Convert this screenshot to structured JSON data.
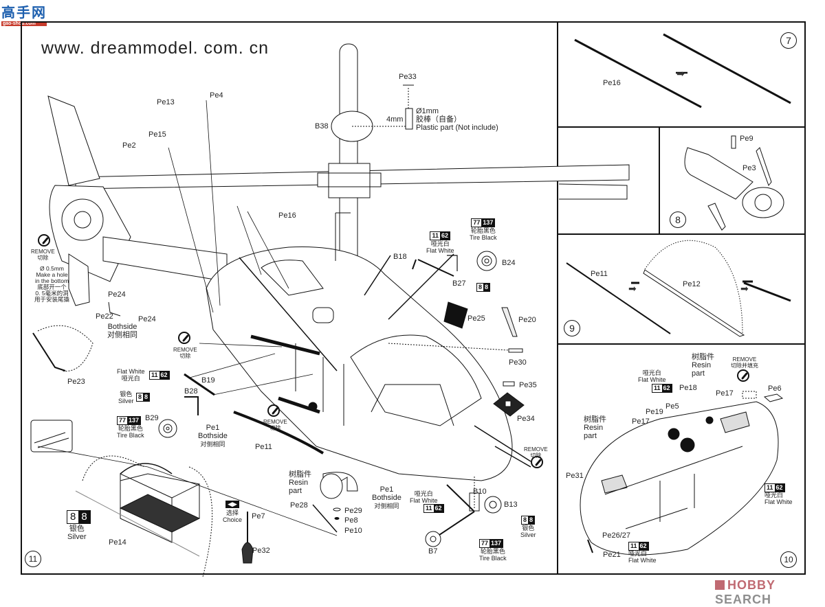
{
  "header": {
    "logo_cn": "高手网",
    "logo_en": "gao-shou.com",
    "url": "www. dreammodel. com. cn"
  },
  "watermark": {
    "brand_a": "HOBBY",
    "brand_b": "SEARCH"
  },
  "colors": {
    "line": "#111111",
    "paper": "#ffffff",
    "watermark": "#c06a72"
  },
  "main_step": {
    "number": "11",
    "parts": {
      "pe13": "Pe13",
      "pe4": "Pe4",
      "pe15": "Pe15",
      "pe2": "Pe2",
      "pe33": "Pe33",
      "b38": "B38",
      "pe16": "Pe16",
      "b18": "B18",
      "b24": "B24",
      "b27": "B27",
      "pe25": "Pe25",
      "pe20": "Pe20",
      "pe30": "Pe30",
      "pe35": "Pe35",
      "pe34": "Pe34",
      "pe24a": "Pe24",
      "pe24b": "Pe24",
      "pe22": "Pe22",
      "pe23": "Pe23",
      "b19": "B19",
      "b28": "B28",
      "b29": "B29",
      "pe1a": "Pe1",
      "pe1b": "Pe1",
      "pe11": "Pe11",
      "pe28": "Pe28",
      "pe29": "Pe29",
      "pe8": "Pe8",
      "pe10": "Pe10",
      "b10": "B10",
      "b13": "B13",
      "b7": "B7",
      "pe14": "Pe14",
      "pe7": "Pe7",
      "pe32": "Pe32"
    },
    "notes": {
      "rod_diameter": "Ø1mm",
      "rod_length": "4mm",
      "rod_cn": "胶棒（自备）",
      "rod_en": "Plastic part (Not include)",
      "hole_diameter": "Ø 0.5mm",
      "hole_en_1": "Make a hole",
      "hole_en_2": "in the bottom",
      "hole_cn_1": "底部开一个",
      "hole_cn_2": "0. 5毫米的洞",
      "hole_cn_3": "用于安装尾撬",
      "bothside_en": "Bothside",
      "bothside_cn": "对侧相同",
      "remove_en": "REMOVE",
      "remove_cn": "切除",
      "resin_cn": "树脂件",
      "resin_en_1": "Resin",
      "resin_en_2": "part",
      "choice_cn": "选择",
      "choice_en": "Choice"
    },
    "paints": {
      "flat_white": {
        "code_a": "11",
        "code_b": "62",
        "cn": "哑光白",
        "en": "Flat White"
      },
      "silver": {
        "code_a": "8",
        "code_b": "8",
        "cn": "银色",
        "en": "Silver"
      },
      "tire_black": {
        "code_a": "77",
        "code_b": "137",
        "cn": "轮胎黑色",
        "en": "Tire Black"
      }
    }
  },
  "step7": {
    "number": "7",
    "part": "Pe16"
  },
  "step8": {
    "number": "8",
    "part_a": "Pe9",
    "part_b": "Pe3"
  },
  "step9": {
    "number": "9",
    "part_a": "Pe11",
    "part_b": "Pe12"
  },
  "step10": {
    "number": "10",
    "parts": {
      "pe18": "Pe18",
      "pe17a": "Pe17",
      "pe17b": "Pe17",
      "pe19": "Pe19",
      "pe5": "Pe5",
      "pe6": "Pe6",
      "pe31": "Pe31",
      "pe2627": "Pe26/27",
      "pe21": "Pe21"
    },
    "remove_en": "REMOVE",
    "remove_cn": "切除并填充",
    "resin_cn": "树脂件",
    "resin_en_1": "Resin",
    "resin_en_2": "part"
  }
}
